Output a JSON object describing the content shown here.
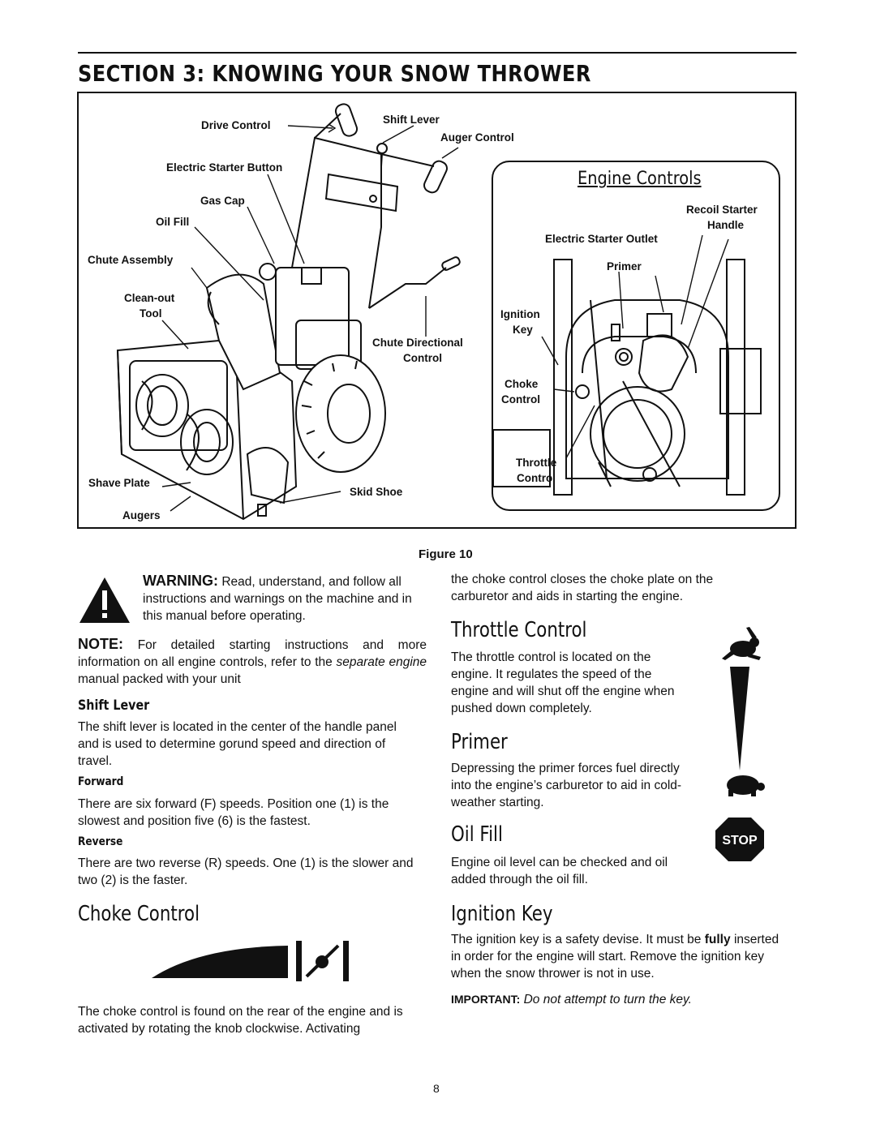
{
  "section_title": "SECTION 3:  KNOWING YOUR SNOW THROWER",
  "figure": {
    "caption": "Figure 10",
    "labels": {
      "drive_control": "Drive Control",
      "shift_lever": "Shift Lever",
      "auger_control": "Auger Control",
      "electric_starter_button": "Electric Starter Button",
      "gas_cap": "Gas Cap",
      "oil_fill": "Oil Fill",
      "chute_assembly": "Chute Assembly",
      "clean_out_1": "Clean-out",
      "clean_out_2": "Tool",
      "chute_directional_1": "Chute Directional",
      "chute_directional_2": "Control",
      "shave_plate": "Shave Plate",
      "skid_shoe": "Skid Shoe",
      "augers": "Augers"
    },
    "engine_controls": {
      "title": "Engine Controls",
      "recoil_1": "Recoil Starter",
      "recoil_2": "Handle",
      "electric_starter_outlet": "Electric Starter Outlet",
      "primer": "Primer",
      "ignition_1": "Ignition",
      "ignition_2": "Key",
      "choke_1": "Choke",
      "choke_2": "Control",
      "throttle_1": "Throttle",
      "throttle_2": "Control"
    }
  },
  "warning": {
    "label": "WARNING:",
    "text": "Read, understand, and follow all instructions and warnings on the machine and in this manual before operating."
  },
  "note": {
    "label": "NOTE:",
    "text_a": "For detailed starting instructions and more information on all engine controls, refer to the",
    "text_em": "separate engine",
    "text_b": "manual packed with your unit"
  },
  "shift_lever": {
    "heading": "Shift Lever",
    "text": "The shift lever is located in the center of the handle panel and is used to determine gorund speed and direction of travel."
  },
  "forward": {
    "heading": "Forward",
    "text": "There are six forward (F) speeds. Position one (1) is the slowest and position five (6) is the fastest."
  },
  "reverse": {
    "heading": "Reverse",
    "text": "There are two reverse (R) speeds. One (1) is the slower and two (2) is the faster."
  },
  "choke_control": {
    "heading": "Choke Control",
    "text": "The choke control is found on the rear of the engine and is activated by rotating the knob clockwise. Activating",
    "text_cont": "the choke control closes the choke plate on the carburetor and aids in starting the engine."
  },
  "throttle_control": {
    "heading": "Throttle Control",
    "text": "The throttle control is located on the engine. It regulates the speed of the engine and will shut off the engine when pushed down completely."
  },
  "primer": {
    "heading": "Primer",
    "text": "Depressing the primer forces fuel directly into the engine’s carburetor to aid in cold-weather starting."
  },
  "oil_fill": {
    "heading": "Oil Fill",
    "text": "Engine oil level can be checked and oil added through the oil fill."
  },
  "stop_sign": "STOP",
  "ignition_key": {
    "heading": "Ignition Key",
    "text_a": "The ignition key is a safety devise. It must be",
    "text_bold": "fully",
    "text_b": "inserted in order for the engine will start. Remove the ignition key when the snow thrower is not in use.",
    "important_label": "IMPORTANT:",
    "important_text": "Do not attempt to turn the key."
  },
  "page_number": "8"
}
